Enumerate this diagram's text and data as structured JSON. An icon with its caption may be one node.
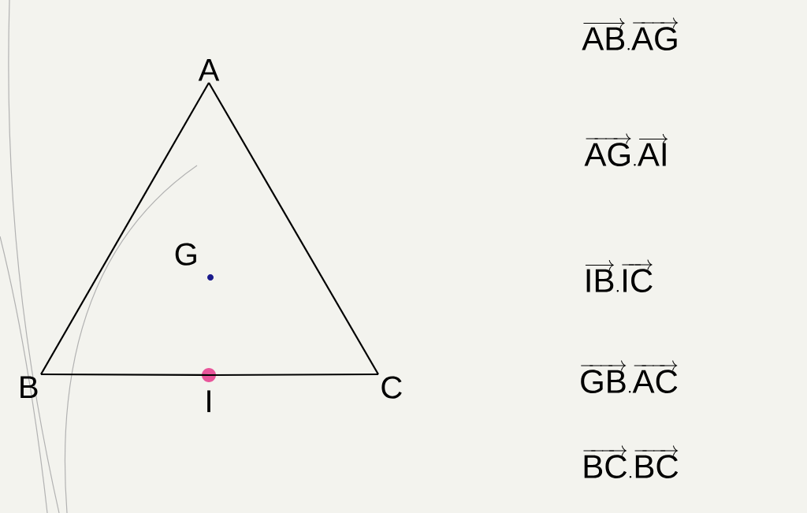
{
  "diagram": {
    "nodes": [
      {
        "text": [
          "A"
        ]
      },
      {
        "text": [
          "B"
        ]
      },
      {
        "text": [
          "C"
        ]
      },
      {
        "text": [
          "G"
        ]
      },
      {
        "text": [
          "I"
        ]
      }
    ],
    "edges": [
      {
        "from": 0,
        "to": 1,
        "arrow": "none"
      },
      {
        "from": 1,
        "to": 4,
        "arrow": "none"
      },
      {
        "from": 4,
        "to": 2,
        "arrow": "none"
      },
      {
        "from": 2,
        "to": 0,
        "arrow": "none"
      }
    ],
    "labels": [
      "\\overrightarrow{\\mathrm{AB}}.\\overrightarrow{\\mathrm{AG}}",
      "\\overrightarrow{\\mathrm{AG}}.\\overrightarrow{\\mathrm{AI}}",
      "\\overrightarrow{\\mathrm{IB}}.\\overrightarrow{\\mathrm{IC}}",
      "\\overrightarrow{\\mathrm{GB}}.\\overrightarrow{\\mathrm{AC}}",
      "\\overrightarrow{\\mathrm{BC}}.\\overrightarrow{\\mathrm{BC}}"
    ]
  }
}
